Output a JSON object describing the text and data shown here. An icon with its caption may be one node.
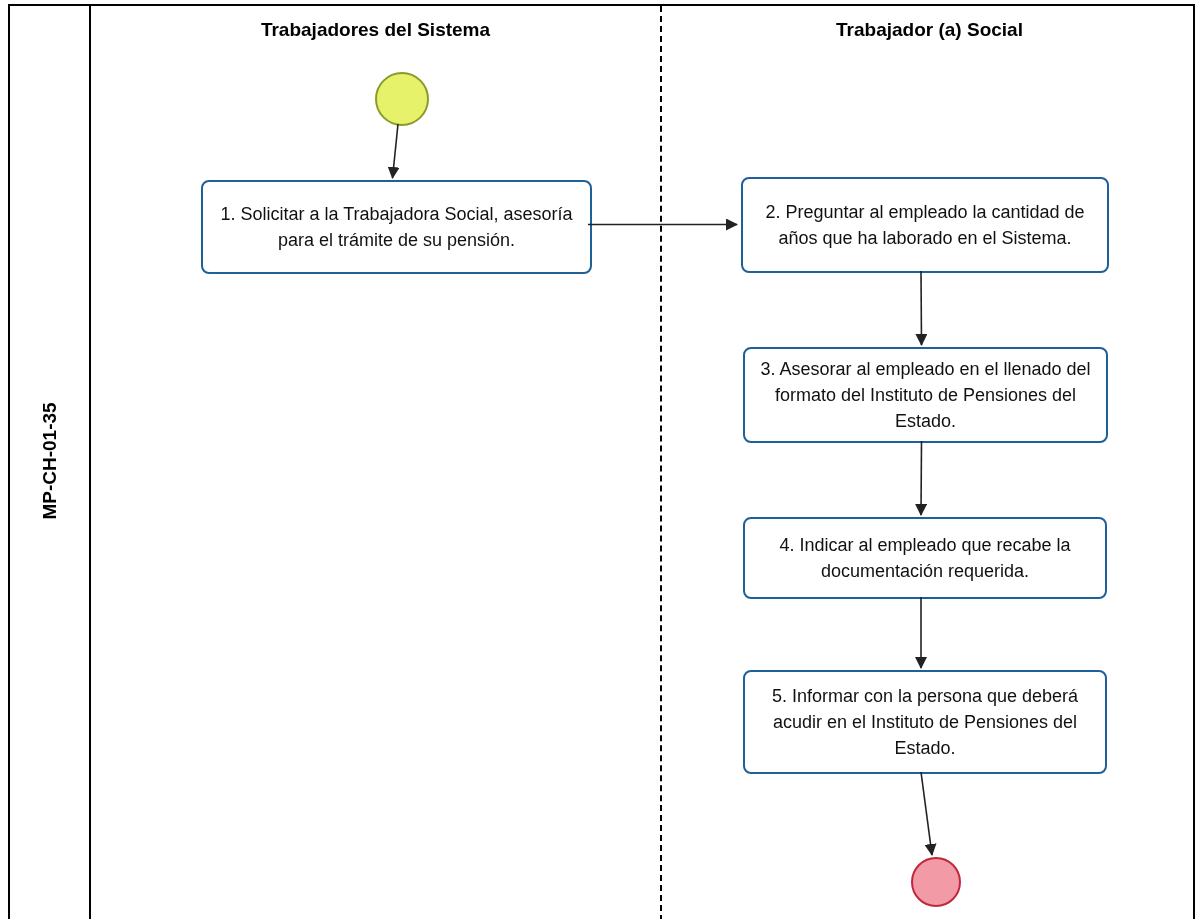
{
  "diagram": {
    "nodes": [
      {
        "text": [
          "MP-CH-01-35"
        ]
      },
      {
        "text": [
          "Trabajadores del Sistema"
        ],
        "in": 0
      },
      {
        "text": [
          "Trabajador (a) Social"
        ],
        "in": 0
      },
      {
        "text": [],
        "shape": "circle",
        "in": 1
      },
      {
        "text": [
          "1. Solicitar a la Trabajadora Social, asesoría para el trámite de su pensión."
        ],
        "in": 1
      },
      {
        "text": [
          "2. Preguntar al empleado la cantidad de años que ha laborado en el Sistema."
        ],
        "in": 2
      },
      {
        "text": [
          "3. Asesorar al empleado en el llenado del formato del Instituto de Pensiones del Estado."
        ],
        "in": 2
      },
      {
        "text": [
          "4. Indicar al empleado que recabe la documentación requerida."
        ],
        "in": 2
      },
      {
        "text": [
          "5. Informar con la persona que deberá acudir en el Instituto de Pensiones del Estado."
        ],
        "in": 2
      },
      {
        "text": [],
        "shape": "circle",
        "in": 2
      }
    ],
    "edges": [
      {
        "from": 3,
        "to": 4,
        "arrow": "to"
      },
      {
        "from": 4,
        "to": 5,
        "arrow": "to"
      },
      {
        "from": 5,
        "to": 6,
        "arrow": "to"
      },
      {
        "from": 6,
        "to": 7,
        "arrow": "to"
      },
      {
        "from": 7,
        "to": 8,
        "arrow": "to"
      },
      {
        "from": 8,
        "to": 9,
        "arrow": "to"
      }
    ]
  }
}
